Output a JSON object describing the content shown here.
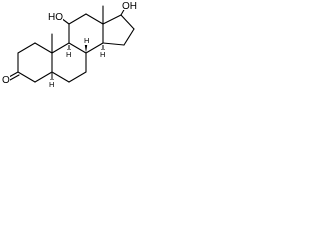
{
  "molecule": {
    "labels": {
      "oxo": "O",
      "oh_17": "OH",
      "oh_11": "HO",
      "h_9": "H",
      "h_5": "H",
      "h_8": "H",
      "h_14": "H"
    }
  }
}
